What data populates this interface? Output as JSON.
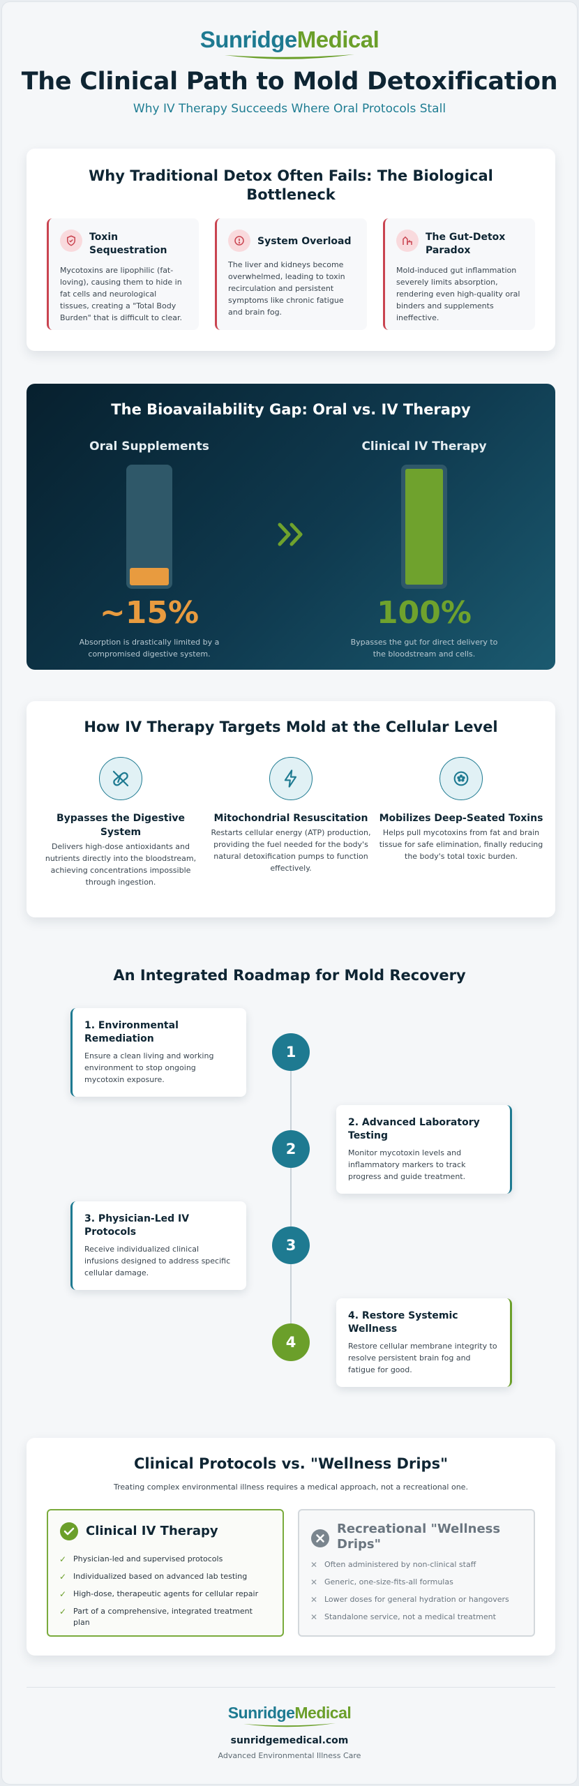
{
  "brand": {
    "name_part1": "Sunridge",
    "name_part2": "Medical",
    "teal": "#1e7a91",
    "green": "#6b9f2a",
    "red": "#c94450",
    "orange": "#e89b3f"
  },
  "header": {
    "title": "The Clinical Path to Mold Detoxification",
    "subtitle": "Why IV Therapy Succeeds Where Oral Protocols Stall"
  },
  "bottleneck": {
    "title": "Why Traditional Detox Often Fails: The Biological Bottleneck",
    "cards": [
      {
        "icon": "shield-icon",
        "title": "Toxin Sequestration",
        "desc": "Mycotoxins are lipophilic (fat-loving), causing them to hide in fat cells and neurological tissues, creating a \"Total Body Burden\" that is difficult to clear."
      },
      {
        "icon": "alert-icon",
        "title": "System Overload",
        "desc": "The liver and kidneys become overwhelmed, leading to toxin recirculation and persistent symptoms like chronic fatigue and brain fog."
      },
      {
        "icon": "gut-icon",
        "title": "The Gut-Detox Paradox",
        "desc": "Mold-induced gut inflammation severely limits absorption, rendering even high-quality oral binders and supplements ineffective."
      }
    ]
  },
  "bioavailability": {
    "title": "The Bioavailability Gap: Oral vs. IV Therapy",
    "oral": {
      "label": "Oral Supplements",
      "value": "~15%",
      "fill_percent": 15,
      "desc": "Absorption is drastically limited by a compromised digestive system."
    },
    "iv": {
      "label": "Clinical IV Therapy",
      "value": "100%",
      "fill_percent": 100,
      "desc": "Bypasses the gut for direct delivery to the bloodstream and cells."
    }
  },
  "cellular": {
    "title": "How IV Therapy Targets Mold at the Cellular Level",
    "items": [
      {
        "icon": "pill-slash-icon",
        "title": "Bypasses the Digestive System",
        "desc": "Delivers high-dose antioxidants and nutrients directly into the bloodstream, achieving concentrations impossible through ingestion."
      },
      {
        "icon": "bolt-icon",
        "title": "Mitochondrial Resuscitation",
        "desc": "Restarts cellular energy (ATP) production, providing the fuel needed for the body's natural detoxification pumps to function effectively."
      },
      {
        "icon": "cell-icon",
        "title": "Mobilizes Deep-Seated Toxins",
        "desc": "Helps pull mycotoxins from fat and brain tissue for safe elimination, finally reducing the body's total toxic burden."
      }
    ]
  },
  "roadmap": {
    "title": "An Integrated Roadmap for Mold Recovery",
    "steps": [
      {
        "number": "1",
        "title": "1. Environmental Remediation",
        "desc": "Ensure a clean living and working environment to stop ongoing mycotoxin exposure."
      },
      {
        "number": "2",
        "title": "2. Advanced Laboratory Testing",
        "desc": "Monitor mycotoxin levels and inflammatory markers to track progress and guide treatment."
      },
      {
        "number": "3",
        "title": "3. Physician-Led IV Protocols",
        "desc": "Receive individualized clinical infusions designed to address specific cellular damage."
      },
      {
        "number": "4",
        "title": "4. Restore Systemic Wellness",
        "desc": "Restore cellular membrane integrity to resolve persistent brain fog and fatigue for good."
      }
    ]
  },
  "comparison": {
    "title": "Clinical Protocols vs. \"Wellness Drips\"",
    "subtitle": "Treating complex environmental illness requires a medical approach, not a recreational one.",
    "clinical": {
      "title": "Clinical IV Therapy",
      "items": [
        "Physician-led and supervised protocols",
        "Individualized based on advanced lab testing",
        "High-dose, therapeutic agents for cellular repair",
        "Part of a comprehensive, integrated treatment plan"
      ]
    },
    "recreational": {
      "title": "Recreational \"Wellness Drips\"",
      "items": [
        "Often administered by non-clinical staff",
        "Generic, one-size-fits-all formulas",
        "Lower doses for general hydration or hangovers",
        "Standalone service, not a medical treatment"
      ]
    }
  },
  "footer": {
    "url": "sunridgemedical.com",
    "tagline": "Advanced Environmental Illness Care"
  }
}
